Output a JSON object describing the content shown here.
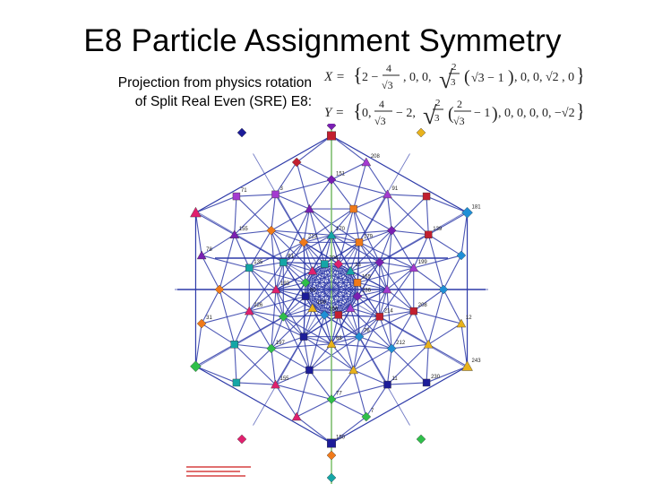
{
  "slide": {
    "title": "E8 Particle Assignment Symmetry",
    "subtitle_line1": "Projection from physics rotation",
    "subtitle_line2": "of Split Real Even (SRE) E8:"
  },
  "formulas": {
    "x_label": "X =",
    "y_label": "Y =",
    "x_terms": "{2 − 4/√3, 0, 0, √(2/3)(√3 − 1), 0, 0, √2, 0}",
    "y_terms": "{0, 4/√3 − 2, √(2/3)(2/√3 − 1), 0, 0, 0, 0, −√2}"
  },
  "diagram": {
    "colors": {
      "edge": "#2d3aa8",
      "axis": "#7cc06a",
      "nodes": [
        "#e0206e",
        "#7a1fb3",
        "#1f8fd6",
        "#2fbf4a",
        "#f07a1a",
        "#c21f2f",
        "#1c1c99",
        "#14a6a6",
        "#a43ad0",
        "#e8b21c"
      ]
    },
    "node_labels": [
      "236",
      "60",
      "179",
      "68",
      "213",
      "212",
      "135",
      "139",
      "155",
      "208",
      "7",
      "71",
      "150",
      "165",
      "100",
      "170",
      "76",
      "61",
      "208",
      "226",
      "91",
      "77",
      "3",
      "230",
      "78",
      "243",
      "13",
      "156",
      "204",
      "214",
      "193",
      "199",
      "197",
      "151",
      "11",
      "155",
      "12",
      "31",
      "181"
    ]
  }
}
